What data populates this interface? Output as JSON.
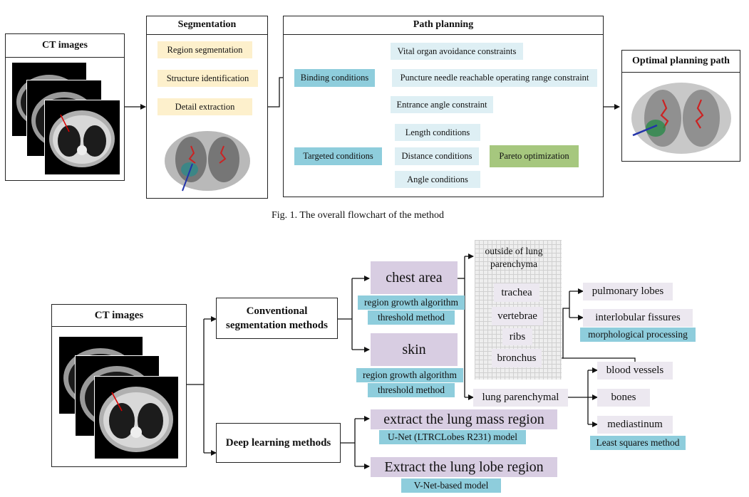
{
  "fig1": {
    "ct_title": "CT images",
    "seg_title": "Segmentation",
    "seg_steps": [
      "Region segmentation",
      "Structure identification",
      "Detail extraction"
    ],
    "path_title": "Path planning",
    "binding": "Binding conditions",
    "binding_items": [
      "Vital organ avoidance constraints",
      "Puncture needle reachable operating range constraint",
      "Entrance angle constraint"
    ],
    "targeted": "Targeted conditions",
    "targeted_items": [
      "Length conditions",
      "Distance conditions",
      "Angle conditions"
    ],
    "pareto": "Pareto optimization",
    "optimal_title": "Optimal planning path",
    "caption": "Fig. 1.   The overall flowchart of the method"
  },
  "fig2": {
    "ct_title": "CT images",
    "conventional": "Conventional segmentation methods",
    "deep": "Deep learning methods",
    "chest_area": "chest area",
    "chest_methods": [
      "region growth algorithm",
      "threshold method"
    ],
    "skin": "skin",
    "skin_methods": [
      "region growth algorithm",
      "threshold method"
    ],
    "outside": "outside of lung parenchyma",
    "outside_items": [
      "trachea",
      "vertebrae",
      "ribs",
      "bronchus"
    ],
    "bronchus_targets": [
      "pulmonary lobes",
      "interlobular fissures"
    ],
    "morph": "morphological processing",
    "lung_parenchymal": "lung parenchymal",
    "parenchymal_targets": [
      "blood vessels",
      "bones",
      "mediastinum"
    ],
    "least_squares": "Least squares method",
    "lung_mass": "extract the lung mass region",
    "unet": "U-Net (LTRCLobes R231) model",
    "lung_lobe": "Extract the lung lobe region",
    "vnet": "V-Net-based model"
  },
  "colors": {
    "yellow": "#fdf0cc",
    "teal": "#8ecddc",
    "light_blue": "#deeff4",
    "green": "#a6c77e",
    "purple": "#d8cde2",
    "pale_purple": "#ece8f0"
  }
}
